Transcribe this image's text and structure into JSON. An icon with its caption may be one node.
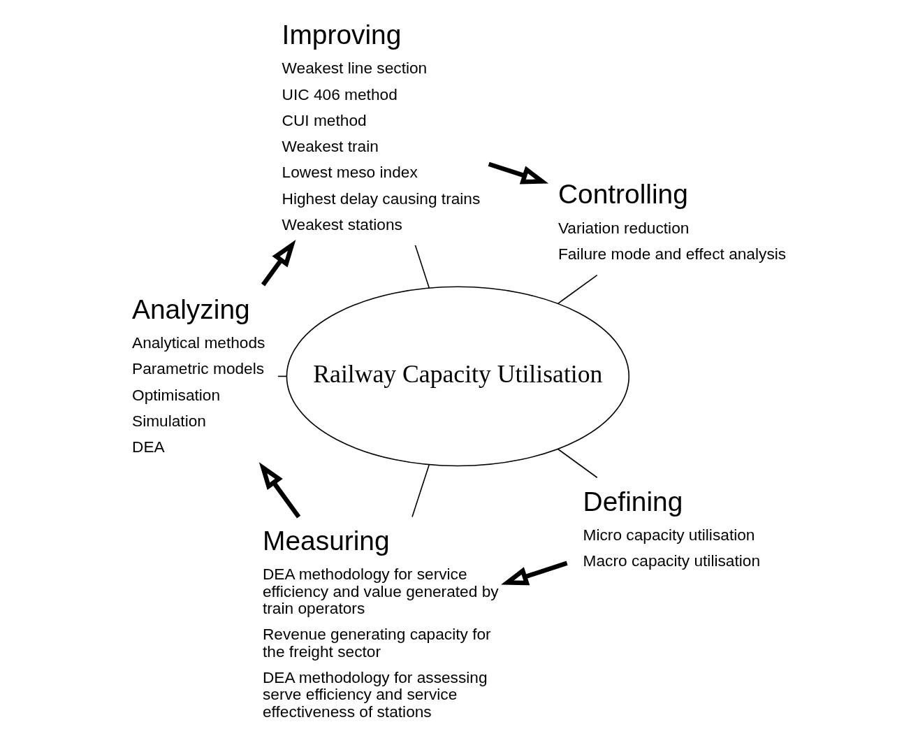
{
  "diagram": {
    "nodes": [
      {
        "text": [
          "Railway Capacity Utilisation"
        ]
      },
      {
        "text": [
          "Defining"
        ],
        "beside": [
          "Micro capacity utilisation",
          "Macro capacity utilisation"
        ]
      },
      {
        "text": [
          "Measuring"
        ],
        "beside": [
          "DEA methodology for service efficiency and value generated by train operators",
          "Revenue generating capacity for the freight sector",
          "DEA methodology for assessing serve efficiency and service effectiveness of stations"
        ]
      },
      {
        "text": [
          "Analyzing"
        ],
        "beside": [
          "Analytical methods",
          "Parametric models",
          "Optimisation",
          "Simulation",
          "DEA"
        ]
      },
      {
        "text": [
          "Improving"
        ],
        "beside": [
          "Weakest line section",
          "UIC 406 method",
          "CUI method",
          "Weakest train",
          "Lowest meso index",
          "Highest delay causing trains",
          "Weakest stations"
        ]
      },
      {
        "text": [
          "Controlling"
        ],
        "beside": [
          "Variation reduction",
          "Failure mode and effect analysis"
        ]
      }
    ],
    "edges": [
      {
        "from": 0,
        "to": 1,
        "arrow": "none"
      },
      {
        "from": 0,
        "to": 2,
        "arrow": "none"
      },
      {
        "from": 0,
        "to": 3,
        "arrow": "none"
      },
      {
        "from": 0,
        "to": 4,
        "arrow": "none"
      },
      {
        "from": 0,
        "to": 5,
        "arrow": "none"
      },
      {
        "from": 1,
        "to": 2,
        "arrow": "to",
        "style": "thick"
      },
      {
        "from": 2,
        "to": 3,
        "arrow": "to",
        "style": "thick"
      },
      {
        "from": 3,
        "to": 4,
        "arrow": "to",
        "style": "thick"
      },
      {
        "from": 4,
        "to": 5,
        "arrow": "to",
        "style": "thick"
      }
    ]
  }
}
